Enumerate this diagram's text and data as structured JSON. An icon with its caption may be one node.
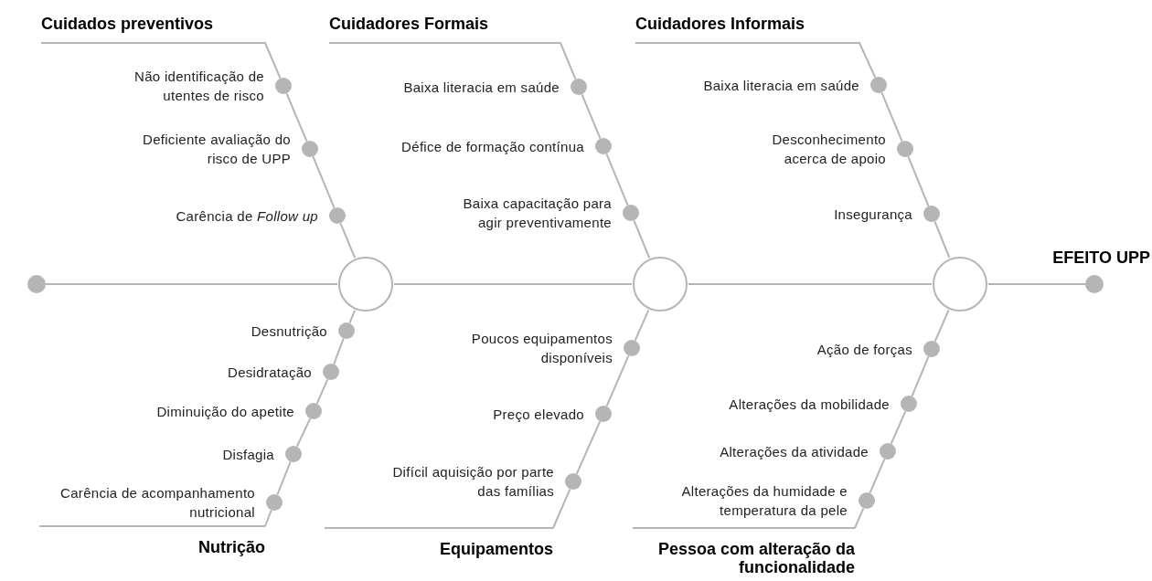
{
  "diagram": {
    "nodes": [
      {
        "text": [
          "Cuidados preventivos"
        ]
      },
      {
        "text": [],
        "shape": "circle",
        "beside": [
          "Não identificação de utentes de risco"
        ]
      },
      {
        "text": [],
        "shape": "circle",
        "beside": [
          "Deficiente avaliação do risco de UPP"
        ]
      },
      {
        "text": [],
        "shape": "circle",
        "beside": [
          "Carência de *Follow up*"
        ]
      },
      {
        "text": [
          "Cuidadores Formais"
        ]
      },
      {
        "text": [],
        "shape": "circle",
        "beside": [
          "Baixa literacia em saúde"
        ]
      },
      {
        "text": [],
        "shape": "circle",
        "beside": [
          "Défice de formação contínua"
        ]
      },
      {
        "text": [],
        "shape": "circle",
        "beside": [
          "Baixa capacitação para agir preventivamente"
        ]
      },
      {
        "text": [
          "Cuidadores Informais"
        ]
      },
      {
        "text": [],
        "shape": "circle",
        "beside": [
          "Baixa literacia em saúde"
        ]
      },
      {
        "text": [],
        "shape": "circle",
        "beside": [
          "Desconhecimento acerca de apoio"
        ]
      },
      {
        "text": [],
        "shape": "circle",
        "beside": [
          "Insegurança"
        ]
      },
      {
        "text": [],
        "shape": "circle"
      },
      {
        "text": [],
        "shape": "circle"
      },
      {
        "text": [],
        "shape": "circle"
      },
      {
        "text": [],
        "shape": "circle"
      },
      {
        "text": [],
        "shape": "circle",
        "beside": [
          "EFEITO UPP"
        ]
      },
      {
        "text": [],
        "shape": "circle",
        "beside": [
          "Desnutrição"
        ]
      },
      {
        "text": [],
        "shape": "circle",
        "beside": [
          "Desidratação"
        ]
      },
      {
        "text": [],
        "shape": "circle",
        "beside": [
          "Diminuição do apetite"
        ]
      },
      {
        "text": [],
        "shape": "circle",
        "beside": [
          "Disfagia"
        ]
      },
      {
        "text": [],
        "shape": "circle",
        "beside": [
          "Carência de acompanhamento nutricional"
        ]
      },
      {
        "text": [
          "Nutrição"
        ]
      },
      {
        "text": [],
        "shape": "circle",
        "beside": [
          "Poucos equipamentos disponíveis"
        ]
      },
      {
        "text": [],
        "shape": "circle",
        "beside": [
          "Preço elevado"
        ]
      },
      {
        "text": [],
        "shape": "circle",
        "beside": [
          "Difícil aquisição por parte das famílias"
        ]
      },
      {
        "text": [
          "Equipamentos"
        ]
      },
      {
        "text": [],
        "shape": "circle",
        "beside": [
          "Ação de forças"
        ]
      },
      {
        "text": [],
        "shape": "circle",
        "beside": [
          "Alterações da mobilidade"
        ]
      },
      {
        "text": [],
        "shape": "circle",
        "beside": [
          "Alterações da atividade"
        ]
      },
      {
        "text": [],
        "shape": "circle",
        "beside": [
          "Alterações da humidade e temperatura da pele"
        ]
      },
      {
        "text": [
          "Pessoa com alteração da funcionalidade"
        ]
      }
    ],
    "edges": [
      {
        "from": 0,
        "to": 1,
        "arrow": "none"
      },
      {
        "from": 1,
        "to": 2,
        "arrow": "none"
      },
      {
        "from": 2,
        "to": 3,
        "arrow": "none"
      },
      {
        "from": 3,
        "to": 13,
        "arrow": "none"
      },
      {
        "from": 4,
        "to": 5,
        "arrow": "none"
      },
      {
        "from": 5,
        "to": 6,
        "arrow": "none"
      },
      {
        "from": 6,
        "to": 7,
        "arrow": "none"
      },
      {
        "from": 7,
        "to": 14,
        "arrow": "none"
      },
      {
        "from": 8,
        "to": 9,
        "arrow": "none"
      },
      {
        "from": 9,
        "to": 10,
        "arrow": "none"
      },
      {
        "from": 10,
        "to": 11,
        "arrow": "none"
      },
      {
        "from": 11,
        "to": 15,
        "arrow": "none"
      },
      {
        "from": 12,
        "to": 13,
        "arrow": "none"
      },
      {
        "from": 13,
        "to": 14,
        "arrow": "none"
      },
      {
        "from": 14,
        "to": 15,
        "arrow": "none"
      },
      {
        "from": 15,
        "to": 16,
        "arrow": "none"
      },
      {
        "from": 13,
        "to": 17,
        "arrow": "none"
      },
      {
        "from": 17,
        "to": 18,
        "arrow": "none"
      },
      {
        "from": 18,
        "to": 19,
        "arrow": "none"
      },
      {
        "from": 19,
        "to": 20,
        "arrow": "none"
      },
      {
        "from": 20,
        "to": 21,
        "arrow": "none"
      },
      {
        "from": 21,
        "to": 22,
        "arrow": "none"
      },
      {
        "from": 14,
        "to": 23,
        "arrow": "none"
      },
      {
        "from": 23,
        "to": 24,
        "arrow": "none"
      },
      {
        "from": 24,
        "to": 25,
        "arrow": "none"
      },
      {
        "from": 25,
        "to": 26,
        "arrow": "none"
      },
      {
        "from": 15,
        "to": 27,
        "arrow": "none"
      },
      {
        "from": 27,
        "to": 28,
        "arrow": "none"
      },
      {
        "from": 28,
        "to": 29,
        "arrow": "none"
      },
      {
        "from": 29,
        "to": 30,
        "arrow": "none"
      },
      {
        "from": 30,
        "to": 31,
        "arrow": "none"
      }
    ]
  }
}
